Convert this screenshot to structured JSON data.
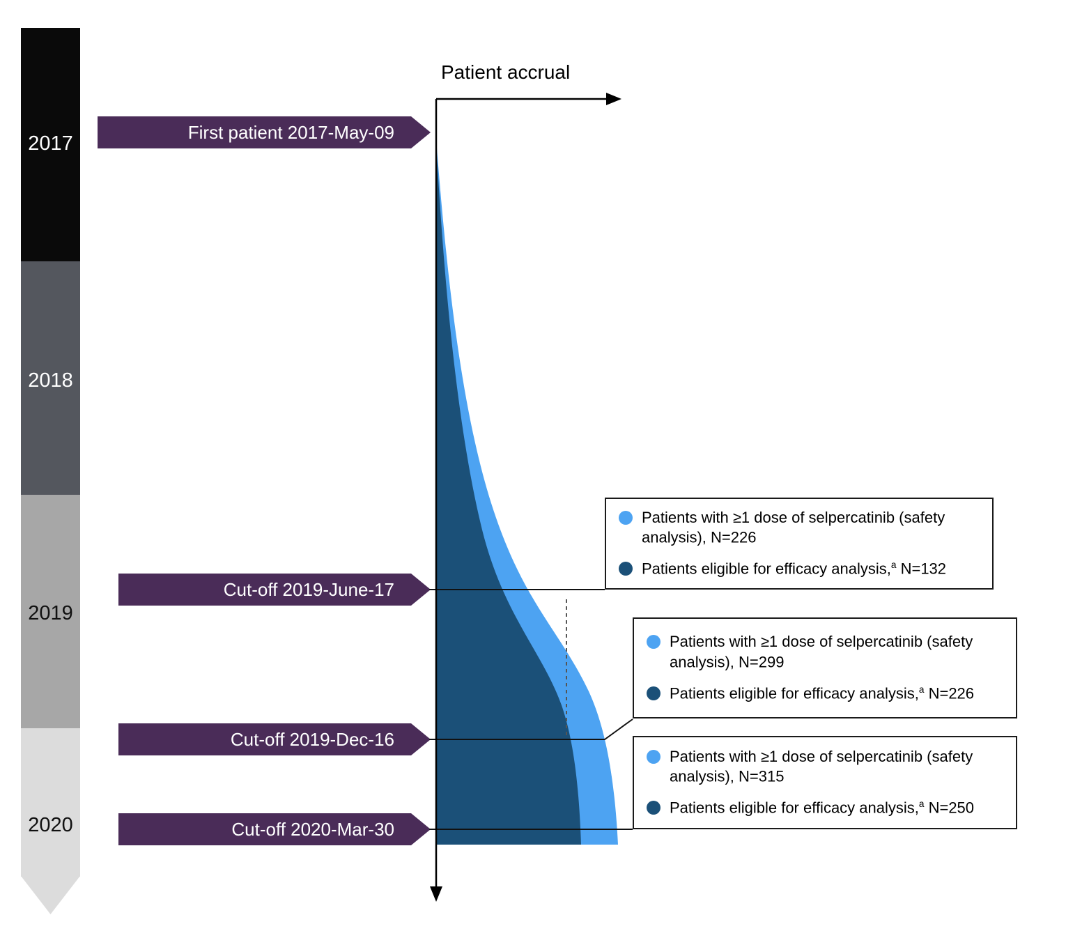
{
  "title": "Patient accrual",
  "timeline": {
    "years": [
      {
        "label": "2017",
        "color": "#0a0a0a",
        "text_color": "#ffffff"
      },
      {
        "label": "2018",
        "color": "#54575e",
        "text_color": "#ffffff"
      },
      {
        "label": "2019",
        "color": "#a7a7a7",
        "text_color": "#111111"
      },
      {
        "label": "2020",
        "color": "#dcdcdc",
        "text_color": "#111111"
      }
    ]
  },
  "milestones": [
    {
      "label": "First patient 2017-May-09"
    },
    {
      "label": "Cut-off 2019-June-17"
    },
    {
      "label": "Cut-off 2019-Dec-16"
    },
    {
      "label": "Cut-off 2020-Mar-30"
    }
  ],
  "legend_boxes": [
    {
      "items": [
        {
          "dot": "safety",
          "pre": "Patients with ≥1 dose of selpercatinib (safety analysis), N=226",
          "sup": "",
          "suffix": ""
        },
        {
          "dot": "efficacy",
          "pre": "Patients eligible for efficacy analysis,",
          "sup": "a",
          "suffix": " N=132"
        }
      ]
    },
    {
      "items": [
        {
          "dot": "safety",
          "pre": "Patients with ≥1 dose of selpercatinib (safety analysis), N=299",
          "sup": "",
          "suffix": ""
        },
        {
          "dot": "efficacy",
          "pre": "Patients eligible for efficacy analysis,",
          "sup": "a",
          "suffix": " N=226"
        }
      ]
    },
    {
      "items": [
        {
          "dot": "safety",
          "pre": "Patients with ≥1 dose of selpercatinib (safety analysis), N=315",
          "sup": "",
          "suffix": ""
        },
        {
          "dot": "efficacy",
          "pre": "Patients eligible for efficacy analysis,",
          "sup": "a",
          "suffix": " N=250"
        }
      ]
    }
  ],
  "colors": {
    "safety": "#4da3f2",
    "efficacy": "#1b5078",
    "purple": "#4a2c58",
    "axis": "#000000"
  },
  "chart_data": {
    "type": "area",
    "title": "Patient accrual",
    "note": "Cumulative patient accrual shown sideways: time runs vertically (2017 to 2020), accrual count runs horizontally",
    "series": [
      {
        "name": "Patients with ≥1 dose of selpercatinib (safety analysis)",
        "points": [
          {
            "date": "2017-May-09",
            "n": 0
          },
          {
            "date": "2019-June-17",
            "n": 226
          },
          {
            "date": "2019-Dec-16",
            "n": 299
          },
          {
            "date": "2020-Mar-30",
            "n": 315
          }
        ]
      },
      {
        "name": "Patients eligible for efficacy analysis",
        "points": [
          {
            "date": "2017-May-09",
            "n": 0
          },
          {
            "date": "2019-June-17",
            "n": 132
          },
          {
            "date": "2019-Dec-16",
            "n": 226
          },
          {
            "date": "2020-Mar-30",
            "n": 250
          }
        ]
      }
    ]
  }
}
